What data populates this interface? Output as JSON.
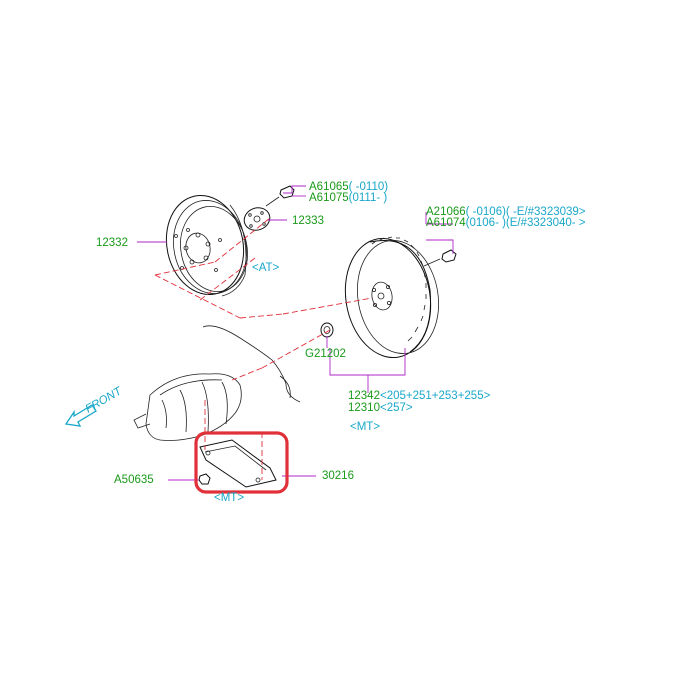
{
  "labels": {
    "flex_plate": "12332",
    "flex_plate_bolt_1": "A61065(  -0110)",
    "flex_plate_bolt_2": "A61075(0111-  )",
    "reinforcement": "12333",
    "at_tag": "<AT>",
    "flywheel_bolt_1": "A21066(  -0106)(  -E/#3323039>",
    "flywheel_bolt_2": "A61074(0106-  )(E/#3323040-  >",
    "bearing": "G21202",
    "flywheel_1": "12342<205+251+253+255>",
    "flywheel_2": "12310<257>",
    "mt_tag_flywheel": "<MT>",
    "cover_bolt": "A50635",
    "cover": "30216",
    "mt_tag_cover": "<MT>",
    "front": "FRONT"
  },
  "colors": {
    "part_number": "#1a9a1a",
    "condition": "#19a7c9",
    "leader": "#b026c8",
    "centerline": "#e0303a",
    "highlight": "#e0303a"
  },
  "icons": {
    "front_arrow": "front-arrow-icon"
  }
}
